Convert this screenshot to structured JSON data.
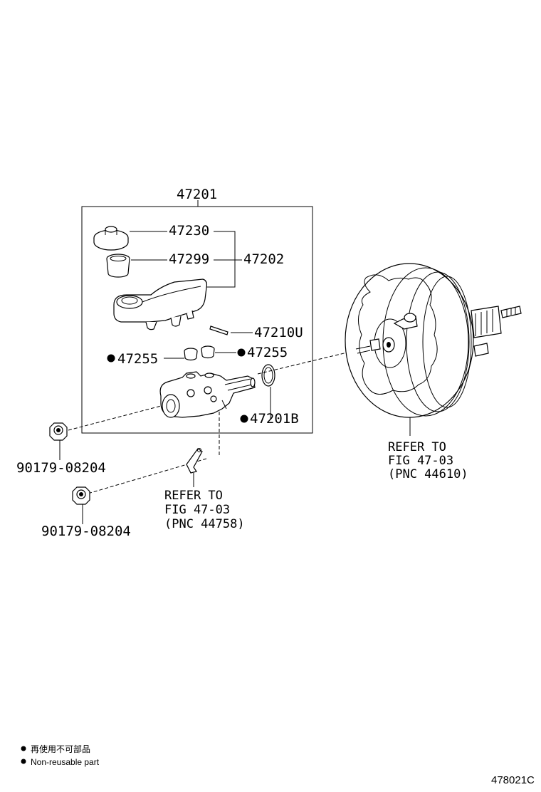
{
  "assembly": {
    "label": "47201"
  },
  "parts": {
    "cap": "47230",
    "strainer": "47299",
    "reservoir_group": "47202",
    "pin": "47210U",
    "grommet_left": "47255",
    "grommet_right": "47255",
    "oring": "47201B",
    "nut_upper": "90179-08204",
    "nut_lower": "90179-08204"
  },
  "references": {
    "booster": {
      "line1": "REFER TO",
      "line2": "FIG 47-03",
      "line3": "(PNC 44610)"
    },
    "bracket": {
      "line1": "REFER TO",
      "line2": "FIG 47-03",
      "line3": "(PNC 44758)"
    }
  },
  "legend": {
    "japanese": "再使用不可部品",
    "english": "Non-reusable part"
  },
  "figure_id": "478021C"
}
